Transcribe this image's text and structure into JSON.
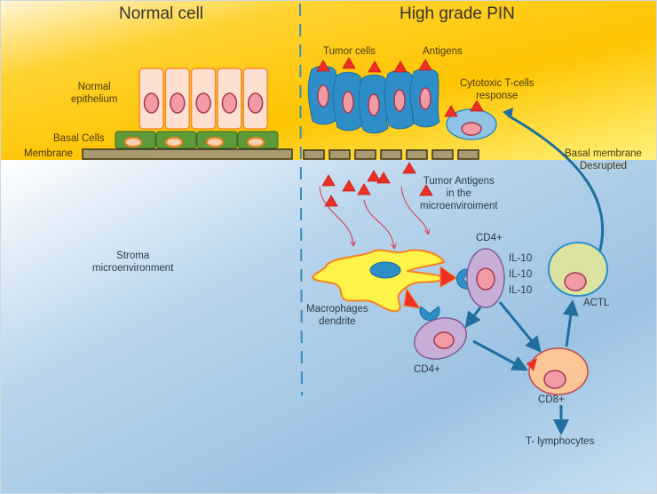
{
  "titles": {
    "left": "Normal cell",
    "right": "High grade PIN"
  },
  "labels": {
    "normal_epithelium": [
      "Normal",
      "epithelium"
    ],
    "basal_cells": "Basal Cells",
    "membrane": "Membrane",
    "stroma": [
      "Stroma",
      "microenvironment"
    ],
    "tumor_cells": "Tumor cells",
    "antigens": "Antigens",
    "cytotoxic": [
      "Cytotoxic T-cells",
      "response"
    ],
    "basal_membrane": [
      "Basal membrane",
      "Desrupted"
    ],
    "tumor_antigens": [
      "Tumor Antigens",
      "in the",
      "microenviroiment"
    ],
    "macrophages": [
      "Macrophages",
      "dendrite"
    ],
    "cd4_top": "CD4+",
    "il10": [
      "IL-10",
      "IL-10",
      "IL-10"
    ],
    "cd4_bottom": "CD4+",
    "cd8": "CD8+",
    "actl": "ACTL",
    "t_lymphocytes": "T- lymphocytes"
  },
  "colors": {
    "epithelium_zone": "#fdc800",
    "stroma_zone": "#a9cbe6",
    "tumor_cell": "#2e8fc8",
    "antigen": "#ee3124",
    "nucleus": "#f29aa6",
    "arrow": "#1f6f9f",
    "macrophage": "#fff34a",
    "cd4": "#c7aed6",
    "cd8": "#fcc597",
    "actl": "#dce3a0"
  },
  "counts": {
    "normal_epithelial_cells": 5,
    "basal_cells": 4,
    "tumor_cells": 5,
    "membrane_fragments": 7
  }
}
